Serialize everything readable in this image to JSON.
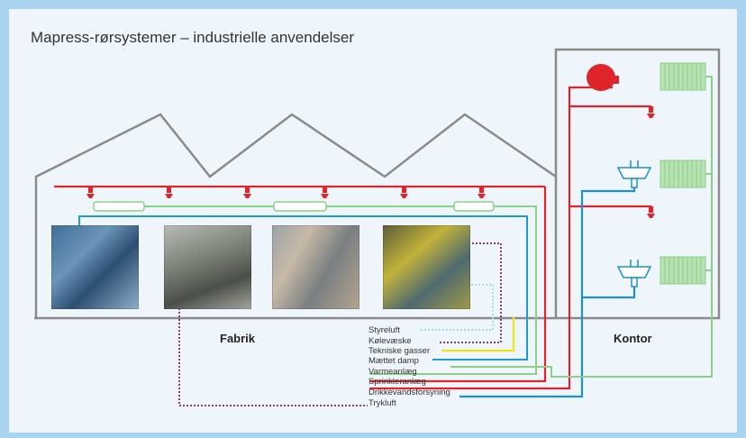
{
  "title": "Mapress-rørsystemer – industrielle anvendelser",
  "areas": {
    "factory": "Fabrik",
    "office": "Kontor"
  },
  "legend": [
    {
      "key": "styreluft",
      "label": "Styreluft",
      "color": "#a8d8ec",
      "style": "dotted"
    },
    {
      "key": "koelevaeske",
      "label": "Kølevæske",
      "color": "#8b3a8b",
      "style": "dotted"
    },
    {
      "key": "tekniske_gasser",
      "label": "Tekniske gasser",
      "color": "#f2e41a",
      "style": "solid"
    },
    {
      "key": "maettet_damp",
      "label": "Mættet damp",
      "color": "#1e9ad6",
      "style": "solid"
    },
    {
      "key": "varmeanlaeg",
      "label": "Varmeanlæg",
      "color": "#8ccf8a",
      "style": "solid"
    },
    {
      "key": "sprinkleranlaeg",
      "label": "Sprinkleranlæg",
      "color": "#e0242b",
      "style": "solid"
    },
    {
      "key": "drikkevandsforsyning",
      "label": "Drikkevandsforsyning",
      "color": "#1e8fd0",
      "style": "solid"
    },
    {
      "key": "trykluft",
      "label": "Trykluft",
      "color": "#8b3a8b",
      "style": "dotted"
    }
  ],
  "colors": {
    "frame": "#a9d3ee",
    "background": "#eef6fc",
    "building_outline": "#8a8a8a"
  }
}
